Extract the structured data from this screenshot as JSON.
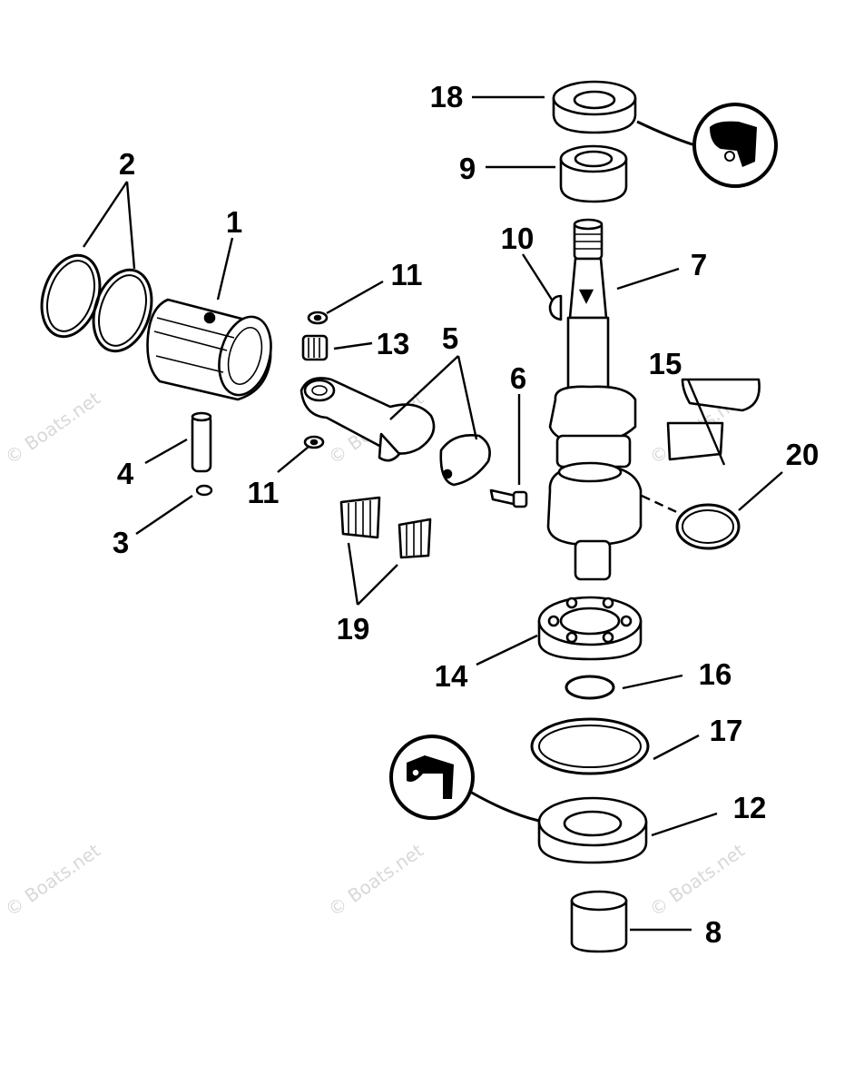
{
  "diagram": {
    "callouts": {
      "c1": "1",
      "c2": "2",
      "c3": "3",
      "c4": "4",
      "c5": "5",
      "c6": "6",
      "c7": "7",
      "c8": "8",
      "c9": "9",
      "c10": "10",
      "c11a": "11",
      "c11b": "11",
      "c12": "12",
      "c13": "13",
      "c14": "14",
      "c15": "15",
      "c16": "16",
      "c17": "17",
      "c18": "18",
      "c19": "19",
      "c20": "20"
    },
    "watermark": "© Boats.net",
    "icons": [
      "sealant-tube-icon",
      "sealant-tube-icon"
    ]
  }
}
